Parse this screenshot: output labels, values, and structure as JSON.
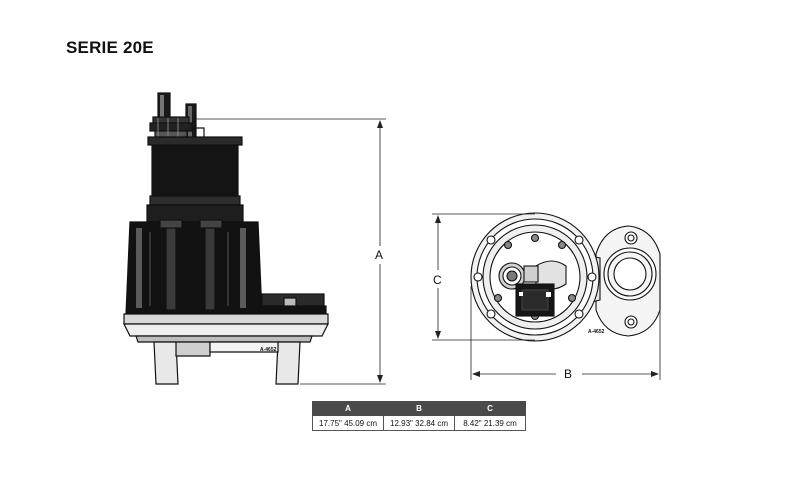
{
  "title": "SERIE 20E",
  "dimension_labels": {
    "a": "A",
    "b": "B",
    "c": "C"
  },
  "part_tags": {
    "side": "A-4652",
    "top": "A-4652"
  },
  "table": {
    "headers": [
      "A",
      "B",
      "C"
    ],
    "values": [
      "17.75\" 45.09 cm",
      "12.93\"  32.84 cm",
      "8.42\" 21.39  cm"
    ]
  }
}
